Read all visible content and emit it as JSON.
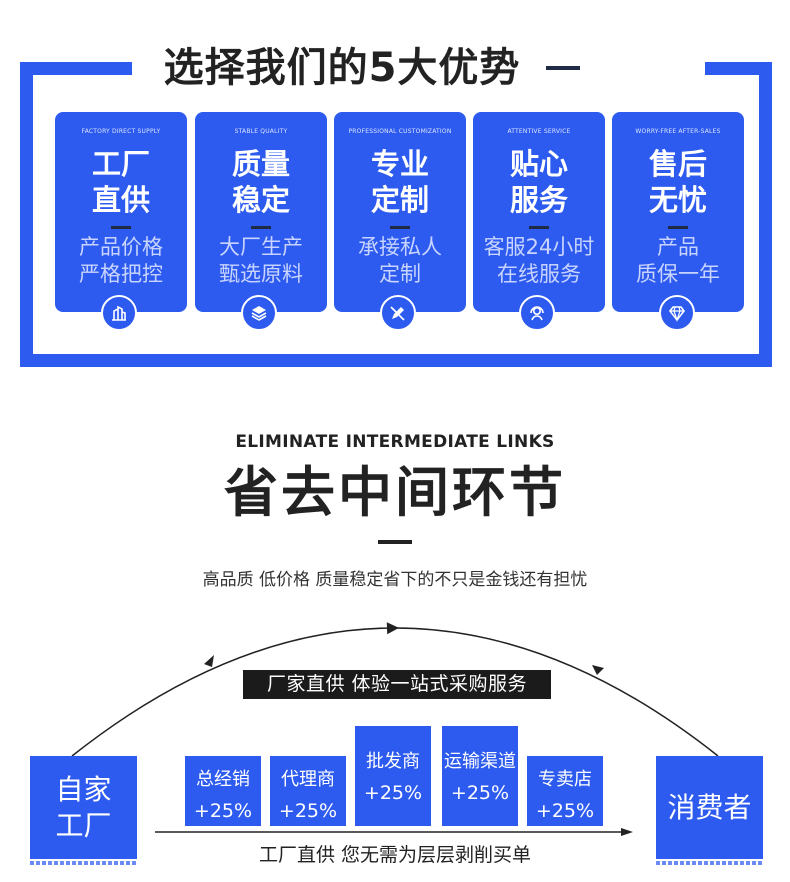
{
  "top": {
    "title": "选择我们的5大优势",
    "cards": [
      {
        "sub": "FACTORY DIRECT SUPPLY",
        "title_l1": "工厂",
        "title_l2": "直供",
        "desc_l1": "产品价格",
        "desc_l2": "严格把控",
        "icon": "building-chart-icon"
      },
      {
        "sub": "STABLE QUALITY",
        "title_l1": "质量",
        "title_l2": "稳定",
        "desc_l1": "大厂生产",
        "desc_l2": "甄选原料",
        "icon": "layers-icon"
      },
      {
        "sub": "PROFESSIONAL CUSTOMIZATION",
        "title_l1": "专业",
        "title_l2": "定制",
        "desc_l1": "承接私人",
        "desc_l2": "定制",
        "icon": "pencil-ruler-icon"
      },
      {
        "sub": "ATTENTIVE SERVICE",
        "title_l1": "贴心",
        "title_l2": "服务",
        "desc_l1": "客服24小时",
        "desc_l2": "在线服务",
        "icon": "headset-person-icon"
      },
      {
        "sub": "WORRY-FREE AFTER-SALES",
        "title_l1": "售后",
        "title_l2": "无忧",
        "desc_l1": "产品",
        "desc_l2": "质保一年",
        "icon": "diamond-icon"
      }
    ]
  },
  "bottom": {
    "en_heading": "ELIMINATE INTERMEDIATE LINKS",
    "cn_heading": "省去中间环节",
    "subtitle": "高品质 低价格 质量稳定省下的不只是金钱还有担忧",
    "slogan": "厂家直供 体验一站式采购服务",
    "self_factory_l1": "自家",
    "self_factory_l2": "工厂",
    "consumer": "消费者",
    "middlemen": [
      {
        "name": "总经销",
        "rate": "+25%"
      },
      {
        "name": "代理商",
        "rate": "+25%"
      },
      {
        "name": "批发商",
        "rate": "+25%"
      },
      {
        "name": "运输渠道",
        "rate": "+25%"
      },
      {
        "name": "专卖店",
        "rate": "+25%"
      }
    ],
    "caption": "工厂直供 您无需为层层剥削买单"
  },
  "colors": {
    "brand_blue": "#2d5bf0",
    "dark": "#1b1b1b"
  }
}
